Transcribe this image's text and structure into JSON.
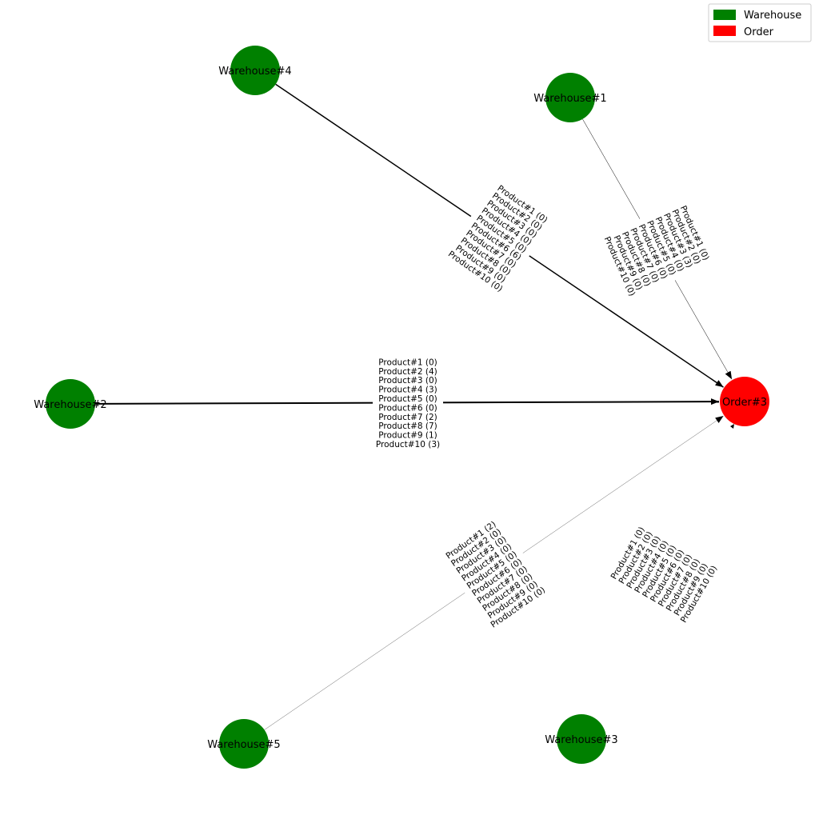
{
  "colors": {
    "warehouse": "#008000",
    "order": "#ff0000",
    "edge": "#000000",
    "background": "#ffffff"
  },
  "legend": {
    "placement": "top-right",
    "items": [
      {
        "label": "Warehouse",
        "color": "#008000"
      },
      {
        "label": "Order",
        "color": "#ff0000"
      }
    ]
  },
  "nodes": [
    {
      "id": "Warehouse#4",
      "kind": "warehouse"
    },
    {
      "id": "Warehouse#1",
      "kind": "warehouse"
    },
    {
      "id": "Warehouse#2",
      "kind": "warehouse"
    },
    {
      "id": "Order#3",
      "kind": "order"
    },
    {
      "id": "Warehouse#5",
      "kind": "warehouse"
    },
    {
      "id": "Warehouse#3",
      "kind": "warehouse"
    }
  ],
  "edges": [
    {
      "from": "Warehouse#4",
      "to": "Order#3",
      "labels": [
        "Product#1 (0)",
        "Product#2 (0)",
        "Product#3 (0)",
        "Product#4 (0)",
        "Product#5 (0)",
        "Product#6 (6)",
        "Product#7 (0)",
        "Product#8 (0)",
        "Product#9 (0)",
        "Product#10 (0)"
      ]
    },
    {
      "from": "Warehouse#1",
      "to": "Order#3",
      "labels": [
        "Product#1 (0)",
        "Product#2 (0)",
        "Product#3 (3)",
        "Product#4 (0)",
        "Product#5 (0)",
        "Product#6 (0)",
        "Product#7 (0)",
        "Product#8 (0)",
        "Product#9 (0)",
        "Product#10 (0)"
      ]
    },
    {
      "from": "Warehouse#2",
      "to": "Order#3",
      "labels": [
        "Product#1 (0)",
        "Product#2 (4)",
        "Product#3 (0)",
        "Product#4 (3)",
        "Product#5 (0)",
        "Product#6 (0)",
        "Product#7 (2)",
        "Product#8 (7)",
        "Product#9 (1)",
        "Product#10 (3)"
      ]
    },
    {
      "from": "Warehouse#5",
      "to": "Order#3",
      "labels": [
        "Product#1 (2)",
        "Product#2 (0)",
        "Product#3 (0)",
        "Product#4 (0)",
        "Product#5 (0)",
        "Product#6 (0)",
        "Product#7 (0)",
        "Product#8 (0)",
        "Product#9 (0)",
        "Product#10 (0)"
      ]
    },
    {
      "from": "Warehouse#3",
      "to": "Order#3",
      "labels": [
        "Product#1 (0)",
        "Product#2 (0)",
        "Product#3 (0)",
        "Product#4 (0)",
        "Product#5 (0)",
        "Product#6 (0)",
        "Product#7 (0)",
        "Product#8 (0)",
        "Product#9 (0)",
        "Product#10 (0)"
      ]
    }
  ]
}
